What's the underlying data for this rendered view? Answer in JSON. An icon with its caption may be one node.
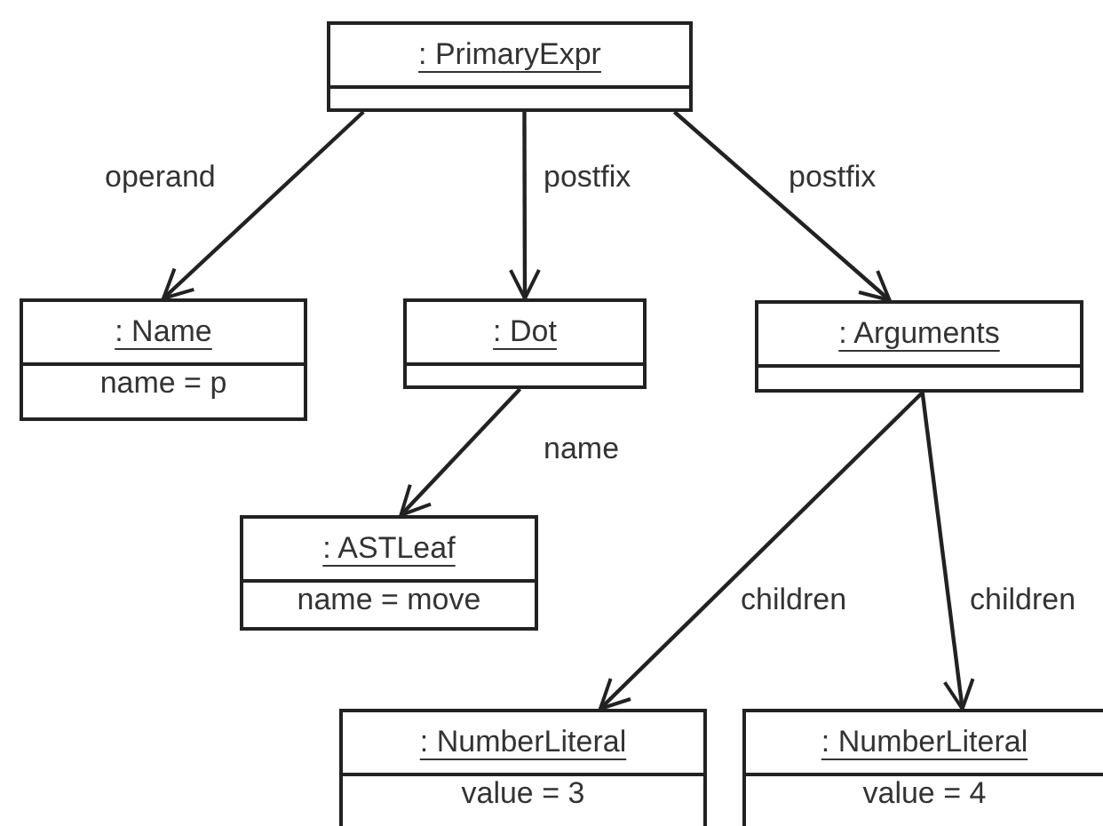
{
  "diagram": {
    "nodes": [
      {
        "text": [
          ": PrimaryExpr"
        ]
      },
      {
        "text": [
          ": Name",
          "name = p"
        ]
      },
      {
        "text": [
          ": Dot"
        ]
      },
      {
        "text": [
          ": Arguments"
        ]
      },
      {
        "text": [
          ": ASTLeaf",
          "name = move"
        ]
      },
      {
        "text": [
          ": NumberLiteral",
          "value = 3"
        ]
      },
      {
        "text": [
          ": NumberLiteral",
          "value = 4"
        ]
      }
    ],
    "edges": [
      {
        "from": 0,
        "to": 1,
        "arrow": "to",
        "label": "operand"
      },
      {
        "from": 0,
        "to": 2,
        "arrow": "to",
        "label": "postfix"
      },
      {
        "from": 0,
        "to": 3,
        "arrow": "to",
        "label": "postfix"
      },
      {
        "from": 2,
        "to": 4,
        "arrow": "to",
        "label": "name"
      },
      {
        "from": 3,
        "to": 5,
        "arrow": "to",
        "label": "children"
      },
      {
        "from": 3,
        "to": 6,
        "arrow": "to",
        "label": "children"
      }
    ]
  }
}
